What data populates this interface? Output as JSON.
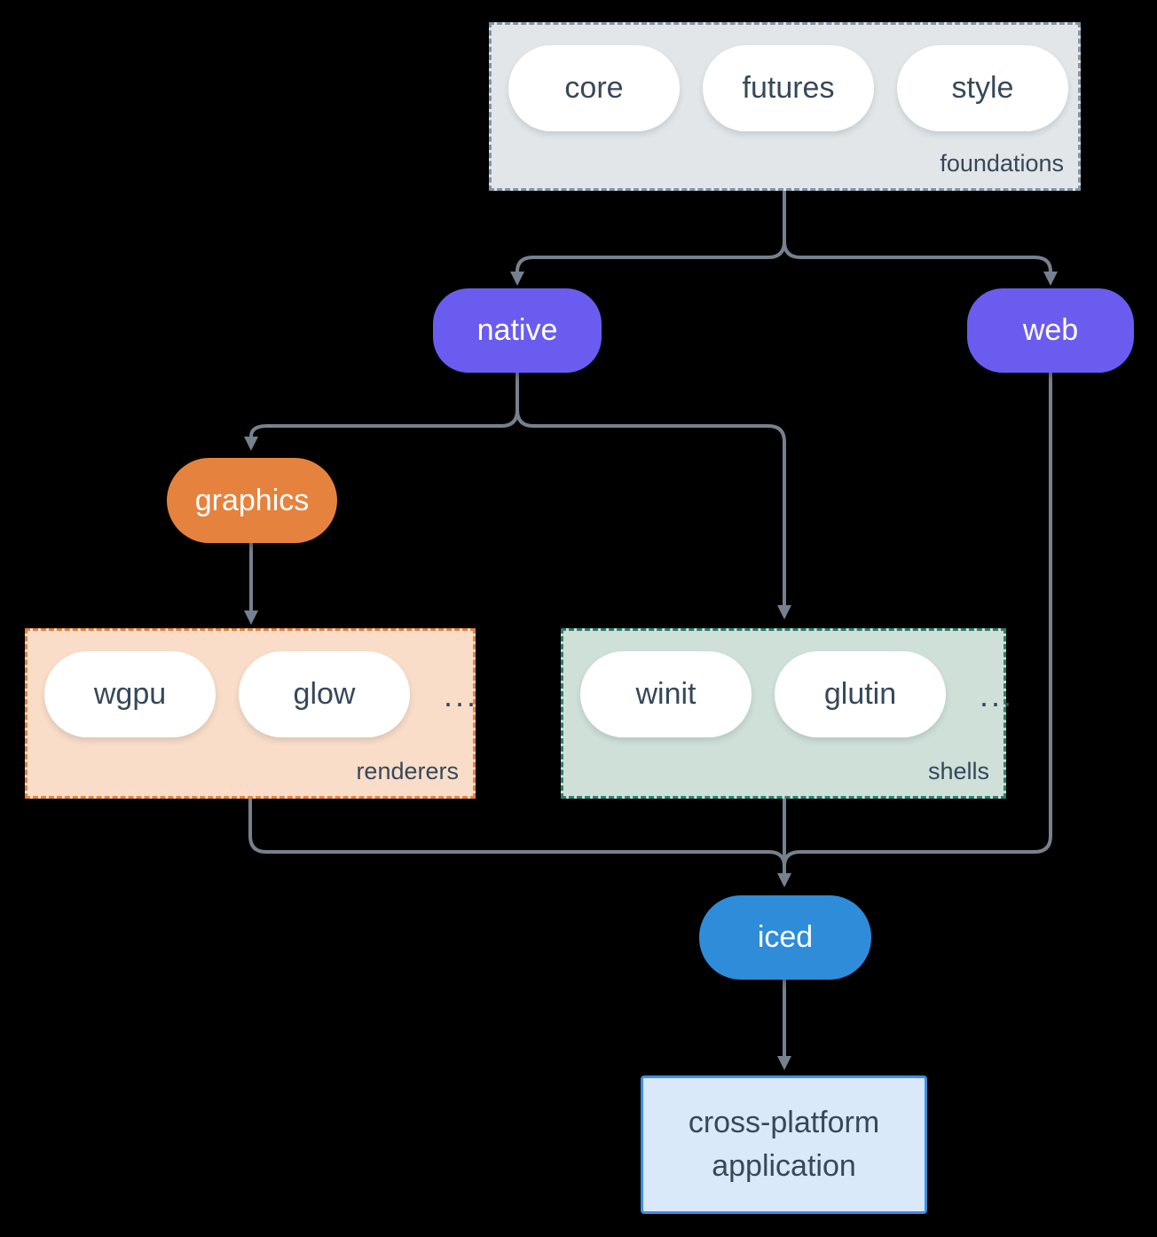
{
  "colors": {
    "background": "#000000",
    "connector": "#76818f",
    "foundations_fill": "#e2e6e9",
    "foundations_border": "#8494a8",
    "renderers_fill": "#f9ddc8",
    "renderers_border": "#e5823e",
    "shells_fill": "#cfe0d9",
    "shells_border": "#2e7f6e",
    "pill_fill": "#ffffff",
    "dark_text": "#36485a",
    "native_web_fill": "#6b5cf0",
    "graphics_fill": "#e5823e",
    "iced_fill": "#2e8cd9",
    "application_fill": "#d9e9f9",
    "application_border": "#3e8fe2"
  },
  "groups": {
    "foundations": {
      "label": "foundations",
      "pills": {
        "core": "core",
        "futures": "futures",
        "style": "style"
      }
    },
    "renderers": {
      "label": "renderers",
      "pills": {
        "wgpu": "wgpu",
        "glow": "glow"
      },
      "ellipsis": "..."
    },
    "shells": {
      "label": "shells",
      "pills": {
        "winit": "winit",
        "glutin": "glutin"
      },
      "ellipsis": "..."
    }
  },
  "nodes": {
    "native": "native",
    "web": "web",
    "graphics": "graphics",
    "iced": "iced"
  },
  "application": {
    "label": "cross-platform application"
  }
}
